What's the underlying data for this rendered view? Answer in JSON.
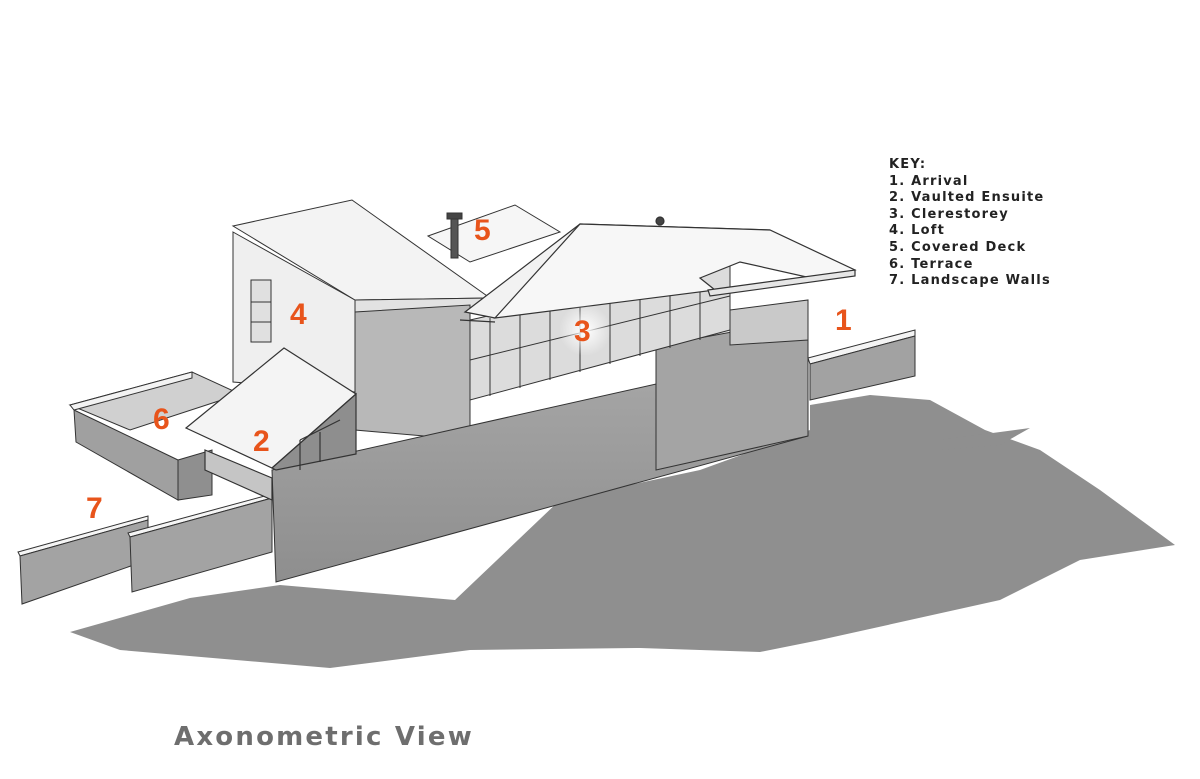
{
  "colors": {
    "accent": "#e8541b",
    "shadow": "#8f8f8f",
    "wall": "#9a9a9a",
    "roof": "#f4f4f4",
    "line": "#333333"
  },
  "labels": {
    "l1": "1",
    "l2": "2",
    "l3": "3",
    "l4": "4",
    "l5": "5",
    "l6": "6",
    "l7": "7"
  },
  "key": {
    "title": "KEY:",
    "items": [
      "1. Arrival",
      "2. Vaulted Ensuite",
      "3. Clerestorey",
      "4. Loft",
      "5. Covered Deck",
      "6. Terrace",
      "7. Landscape Walls"
    ]
  },
  "caption": "Axonometric View"
}
